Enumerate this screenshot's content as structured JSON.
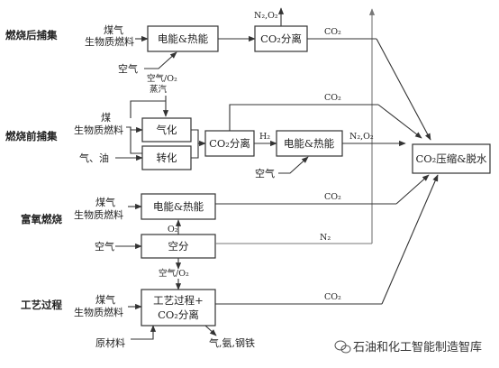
{
  "rows": {
    "post": "燃烧后捕集",
    "pre": "燃烧前捕集",
    "oxy": "富氧燃烧",
    "ind": "工艺过程"
  },
  "boxes": {
    "power1": "电能&热能",
    "co2sep1": "CO₂分离",
    "gasify": "气化",
    "shift": "转化",
    "co2sep2": "CO₂分离",
    "power2": "电能&热能",
    "power3": "电能&热能",
    "asu": "空分",
    "proc_l1": "工艺过程+",
    "proc_l2": "CO₂分离",
    "compress": "CO₂压缩&脱水"
  },
  "labels": {
    "coal": "煤气",
    "biofuel": "生物质燃料",
    "air": "空气",
    "n2o2": "N₂,O₂",
    "co2": "CO₂",
    "coal2": "煤",
    "air_o2": "空气/O₂",
    "steam": "蒸汽",
    "gas_oil": "气、油",
    "h2": "H₂",
    "o2": "O₂",
    "n2": "N₂",
    "raw": "原材料",
    "products": "气,氨,钢铁"
  },
  "watermark": "石油和化工智能制造智库"
}
